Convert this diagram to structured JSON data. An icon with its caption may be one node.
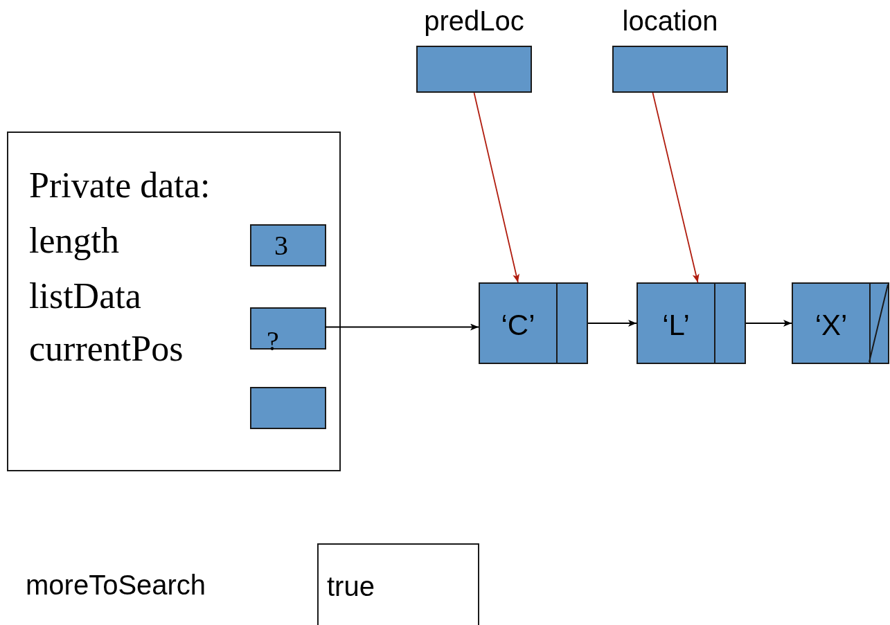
{
  "diagram": {
    "nodes": [
      {
        "text": [
          "predLoc"
        ]
      },
      {
        "text": [
          "location"
        ]
      },
      {
        "text": [
          "Private data:",
          "length",
          "listData",
          "currentPos"
        ]
      },
      {
        "text": [
          "3"
        ],
        "in": 2
      },
      {
        "text": [
          "?"
        ],
        "in": 2
      },
      {
        "text": [],
        "shape": "box",
        "in": 2
      },
      {
        "text": [
          "‘C’"
        ]
      },
      {
        "text": [
          "‘L’"
        ]
      },
      {
        "text": [
          "‘X’"
        ]
      },
      {
        "text": [
          "true"
        ]
      }
    ],
    "edges": [
      {
        "from": 0,
        "to": 6,
        "arrow": "to",
        "color": "#b01c0e"
      },
      {
        "from": 1,
        "to": 7,
        "arrow": "to",
        "color": "#b01c0e"
      },
      {
        "from": 4,
        "to": 6,
        "arrow": "to"
      },
      {
        "from": 6,
        "to": 7,
        "arrow": "to"
      },
      {
        "from": 7,
        "to": 8,
        "arrow": "to"
      }
    ],
    "labels": [
      "moreToSearch"
    ]
  }
}
